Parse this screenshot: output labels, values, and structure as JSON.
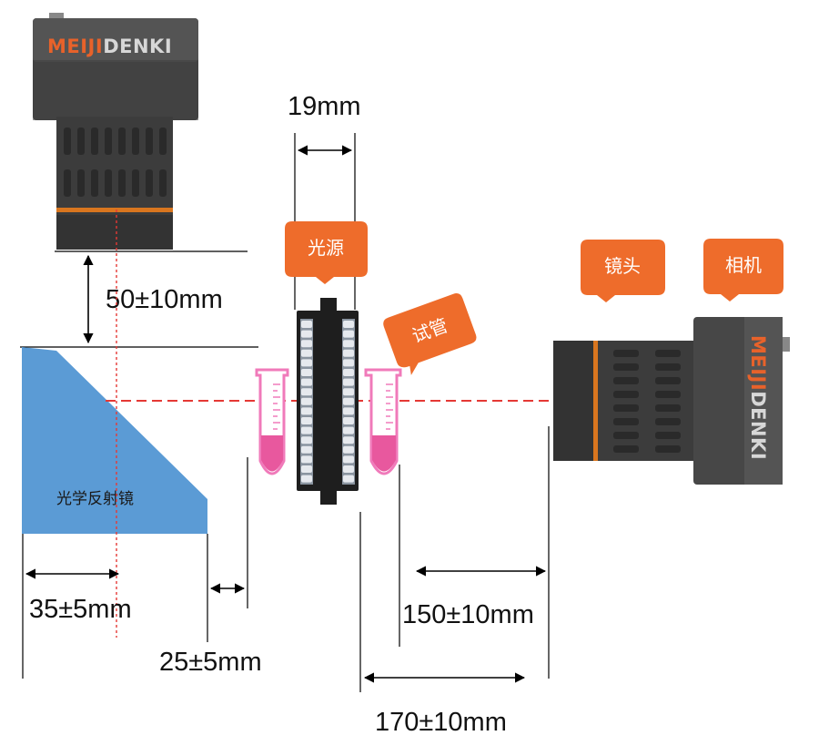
{
  "brand": {
    "part1": "MEIJI",
    "part2": "DENKI",
    "accent": "#E8622A",
    "light": "#D7D7D7"
  },
  "colors": {
    "camera_body": "#474747",
    "lens_dark": "#3C3C3C",
    "lens_ridge": "#2A2A2A",
    "ring_orange": "#D9761F",
    "callout": "#EE6C2B",
    "mirror": "#5B9BD5",
    "tube_pink": "#E8589E",
    "tube_outline": "#F07ABA",
    "light_source": "#1E1E1E",
    "beam": "#E53935"
  },
  "labels": {
    "light_source": "光源",
    "test_tube": "试管",
    "lens": "镜头",
    "camera": "相机",
    "mirror": "光学反射镜"
  },
  "dimensions": {
    "source_width": "19mm",
    "camera_to_mirror": "50±10mm",
    "mirror_depth": "35±5mm",
    "mirror_to_tube": "25±5mm",
    "tube_to_lens": "150±10mm",
    "source_to_lens": "170±10mm"
  }
}
